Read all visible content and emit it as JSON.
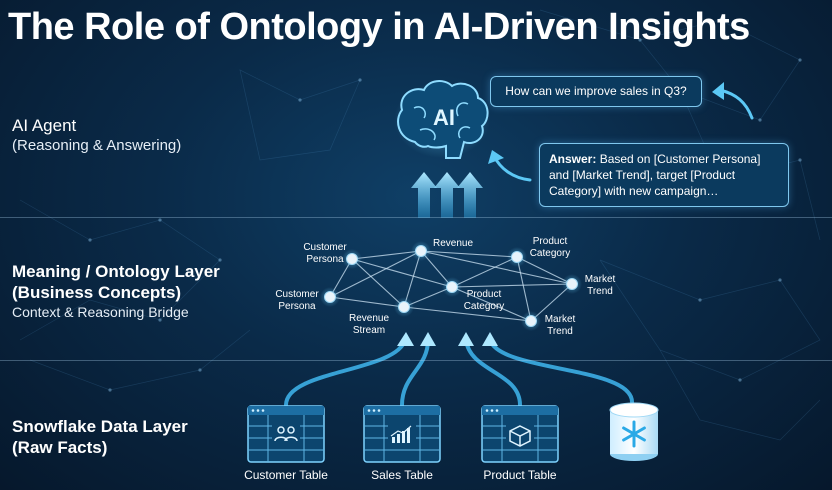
{
  "title": "The Role of Ontology in AI-Driven Insights",
  "layers": {
    "agent": {
      "name": "AI Agent",
      "subtitle": "(Reasoning & Answering)"
    },
    "ontology": {
      "name": "Meaning / Ontology Layer",
      "name2": "(Business Concepts)",
      "subtitle": "Context & Reasoning Bridge"
    },
    "data": {
      "name": "Snowflake Data Layer",
      "name2": "(Raw Facts)"
    }
  },
  "agent": {
    "brain_label": "AI",
    "question": "How can we improve sales in Q3?",
    "answer_lead": "Answer:",
    "answer_text": "Based on [Customer Persona] and [Market Trend], target [Product Category] with new campaign…"
  },
  "ontology_nodes": [
    {
      "id": "customer-persona-top",
      "line1": "Customer",
      "line2": "Persona"
    },
    {
      "id": "revenue",
      "line1": "Revenue",
      "line2": ""
    },
    {
      "id": "product-category-top",
      "line1": "Product",
      "line2": "Category"
    },
    {
      "id": "market-trend-top",
      "line1": "Market",
      "line2": "Trend"
    },
    {
      "id": "customer-persona-left",
      "line1": "Customer",
      "line2": "Persona"
    },
    {
      "id": "revenue-stream",
      "line1": "Revenue",
      "line2": "Stream"
    },
    {
      "id": "product-category-mid",
      "line1": "Product",
      "line2": "Category"
    },
    {
      "id": "market-trend-bottom",
      "line1": "Market",
      "line2": "Trend"
    }
  ],
  "data_sources": [
    {
      "label": "Customer Table",
      "icon": "people-icon"
    },
    {
      "label": "Sales Table",
      "icon": "chart-icon"
    },
    {
      "label": "Product Table",
      "icon": "box-icon"
    },
    {
      "label": "",
      "icon": "snowflake-icon"
    }
  ],
  "colors": {
    "accent": "#5cc8f5",
    "node": "#e9f4fb",
    "edge": "#cfe6f5",
    "bubble_border": "#7fc7ee"
  }
}
